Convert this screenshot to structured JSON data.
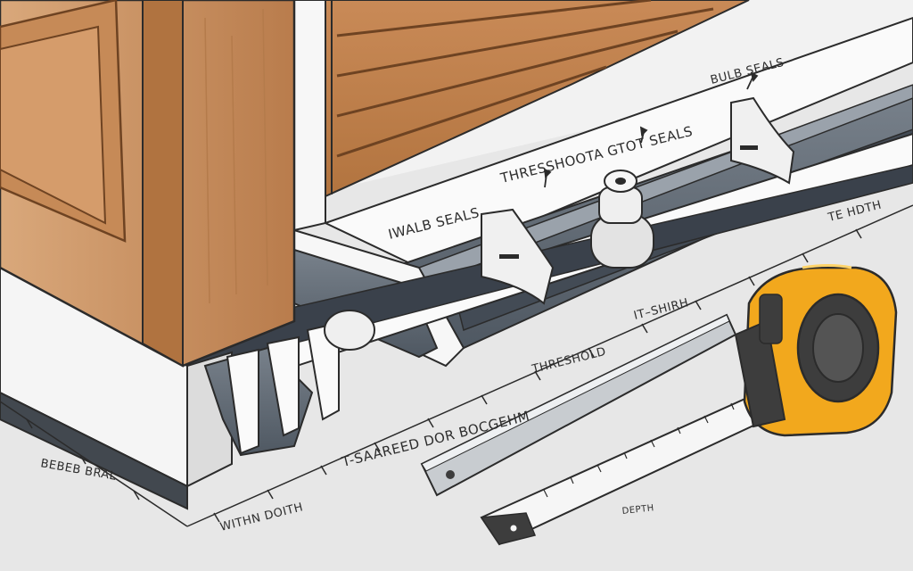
{
  "labels": {
    "bulb_seals_top": "BULB SEALS",
    "threshold_slot_seals": "THRESSHOOTA GTOT SEALS",
    "bulb_seals_left": "IWALB SEALS",
    "t_hdth": "TE HDTH",
    "t_shirh": "IT–SHIRH",
    "threshold": "THRESHOLD",
    "t_shaped_door_bottom": "T-SAAREED DOR BOCGEHM",
    "width_depth": "WITHN DOITH",
    "bread_seal": "BEBEB BRAL",
    "depth": "DEPTH"
  },
  "colors": {
    "wall": "#f4f4f4",
    "floor": "#e4e4e4",
    "wood_light": "#cf9a6d",
    "wood_dark": "#a86b3f",
    "metal": "#5d6670",
    "metal_dark": "#3f4650",
    "seal": "#e6e6e6",
    "tape_yellow": "#f2a81d",
    "tape_body": "#3d3d3d",
    "outline": "#2b2b2b"
  },
  "icons": {
    "door": "door-panel",
    "garage": "garage-door",
    "seal": "bulb-seal",
    "tape": "tape-measure",
    "ruler": "steel-ruler"
  }
}
